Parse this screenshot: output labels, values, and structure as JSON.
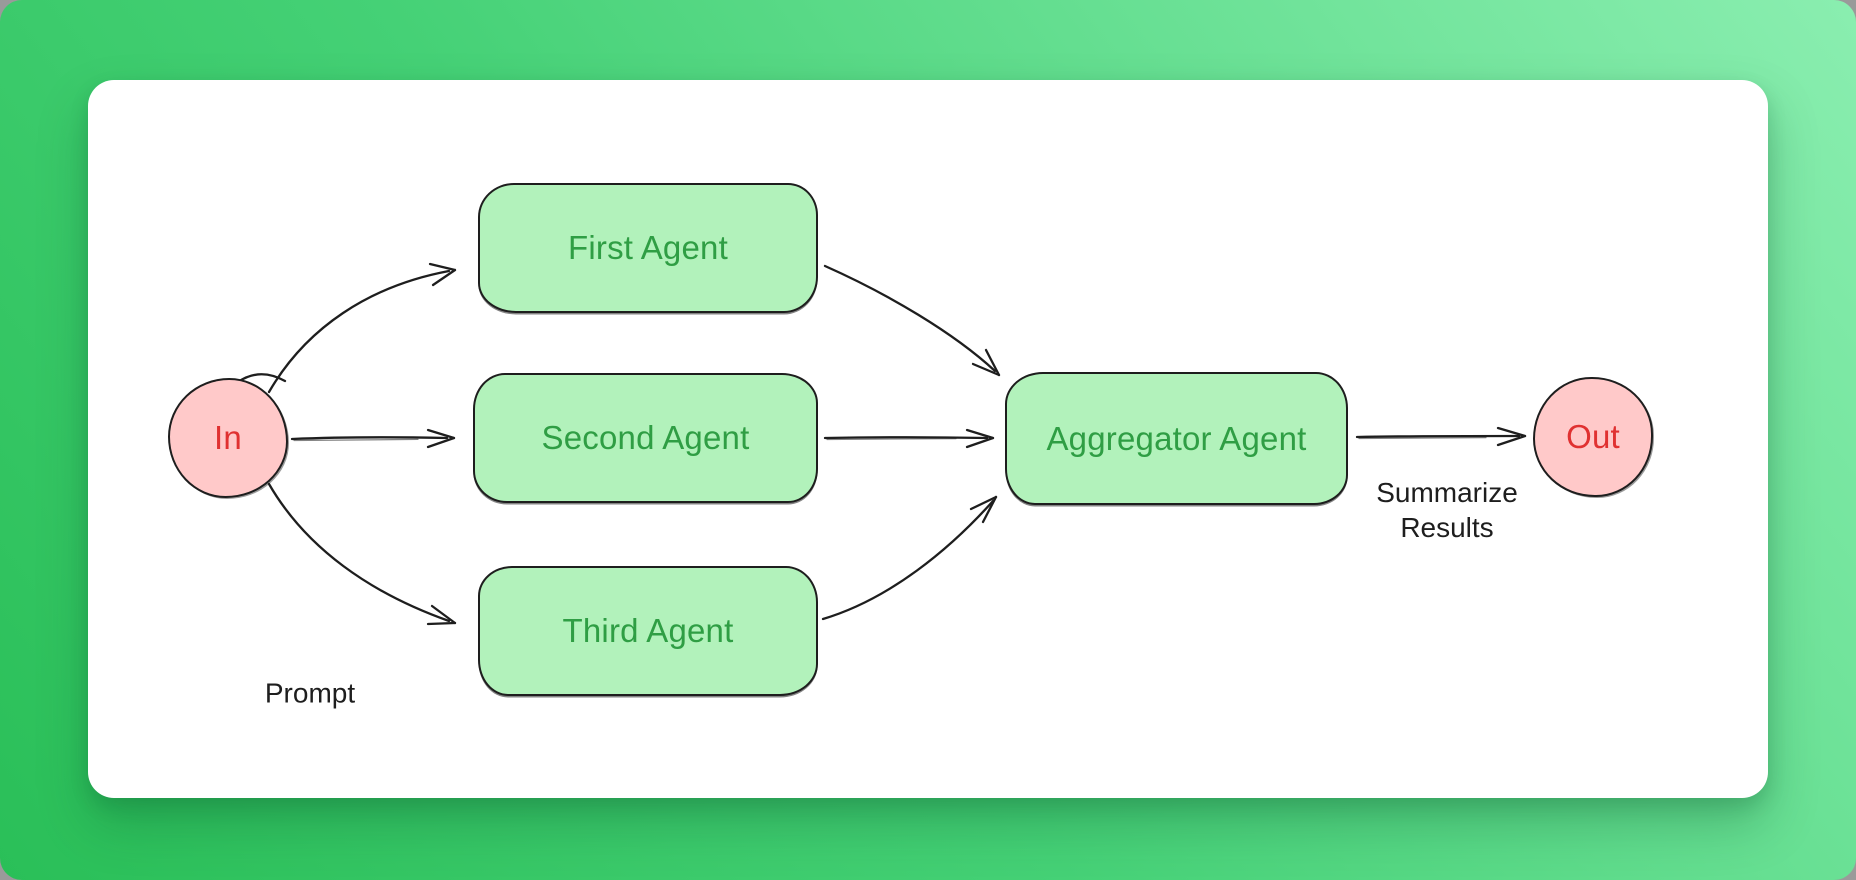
{
  "background": {
    "gradient_start": "#2abf58",
    "gradient_end": "#8aeeb0",
    "outer_corner": "#9a9a9a"
  },
  "card": {
    "bg": "#ffffff"
  },
  "diagram": {
    "nodes": {
      "in": "In",
      "first_agent": "First Agent",
      "second_agent": "Second Agent",
      "third_agent": "Third Agent",
      "aggregator_agent": "Aggregator Agent",
      "out": "Out"
    },
    "edge_labels": {
      "prompt": "Prompt",
      "summarize_line1": "Summarize",
      "summarize_line2": "Results"
    },
    "colors": {
      "agent_fill": "#b2f2bb",
      "agent_text": "#2f9e44",
      "terminal_fill": "#ffc9c9",
      "terminal_text": "#e03131",
      "stroke": "#1e1e1e"
    }
  }
}
